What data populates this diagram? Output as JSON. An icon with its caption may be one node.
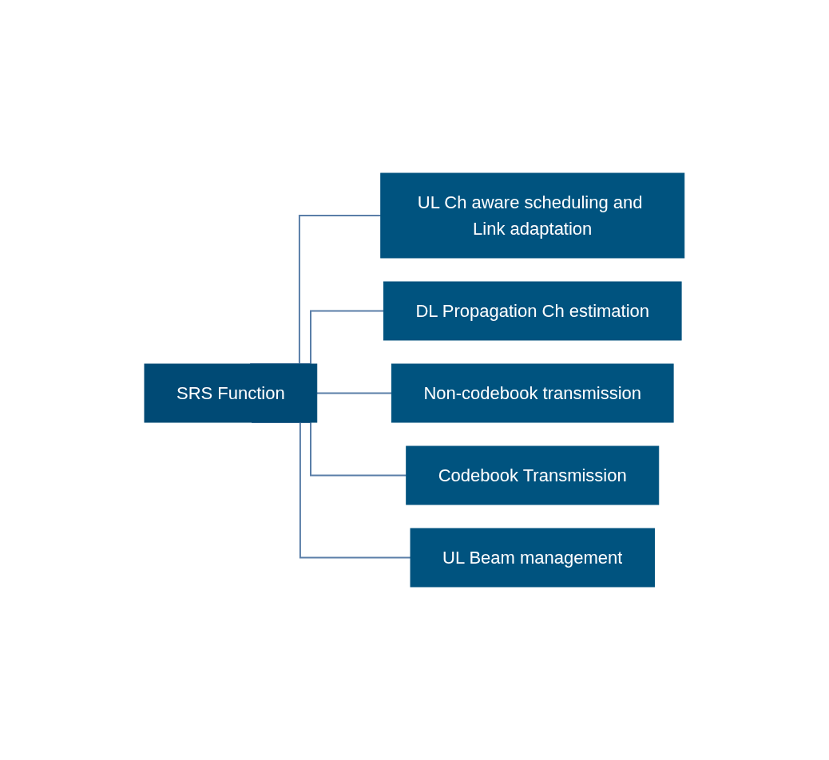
{
  "diagram": {
    "nodes": [
      {
        "text": [
          "SRS Function"
        ]
      },
      {
        "text": [
          "UL Ch aware scheduling and Link adaptation"
        ]
      },
      {
        "text": [
          "DL Propagation Ch estimation"
        ]
      },
      {
        "text": [
          "Non-codebook transmission"
        ]
      },
      {
        "text": [
          "Codebook Transmission"
        ]
      },
      {
        "text": [
          "UL Beam management"
        ]
      }
    ],
    "edges": [
      {
        "from": 0,
        "to": 1,
        "arrow": "none"
      },
      {
        "from": 0,
        "to": 2,
        "arrow": "none"
      },
      {
        "from": 0,
        "to": 3,
        "arrow": "none"
      },
      {
        "from": 0,
        "to": 4,
        "arrow": "none"
      },
      {
        "from": 0,
        "to": 5,
        "arrow": "none"
      }
    ]
  }
}
